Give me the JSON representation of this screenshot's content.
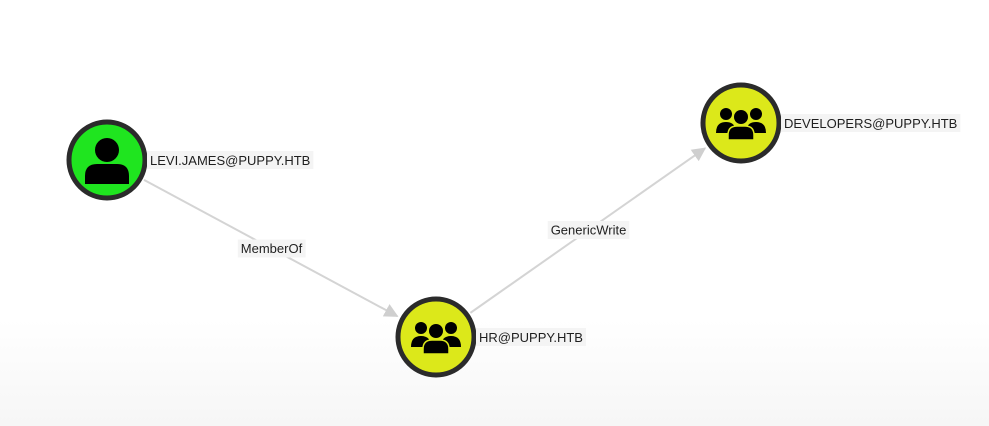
{
  "graph": {
    "colors": {
      "user": "#1fe51f",
      "group": "#dce81a",
      "ring": "#2b2b2b",
      "edge": "#d4d4d4"
    },
    "nodes": [
      {
        "id": "levi",
        "label": "LEVI.JAMES@PUPPY.HTB",
        "kind": "user",
        "icon": "user-icon"
      },
      {
        "id": "hr",
        "label": "HR@PUPPY.HTB",
        "kind": "group",
        "icon": "group-icon"
      },
      {
        "id": "developers",
        "label": "DEVELOPERS@PUPPY.HTB",
        "kind": "group",
        "icon": "group-icon"
      }
    ],
    "edges": [
      {
        "from": "levi",
        "to": "hr",
        "label": "MemberOf"
      },
      {
        "from": "hr",
        "to": "developers",
        "label": "GenericWrite"
      }
    ]
  }
}
